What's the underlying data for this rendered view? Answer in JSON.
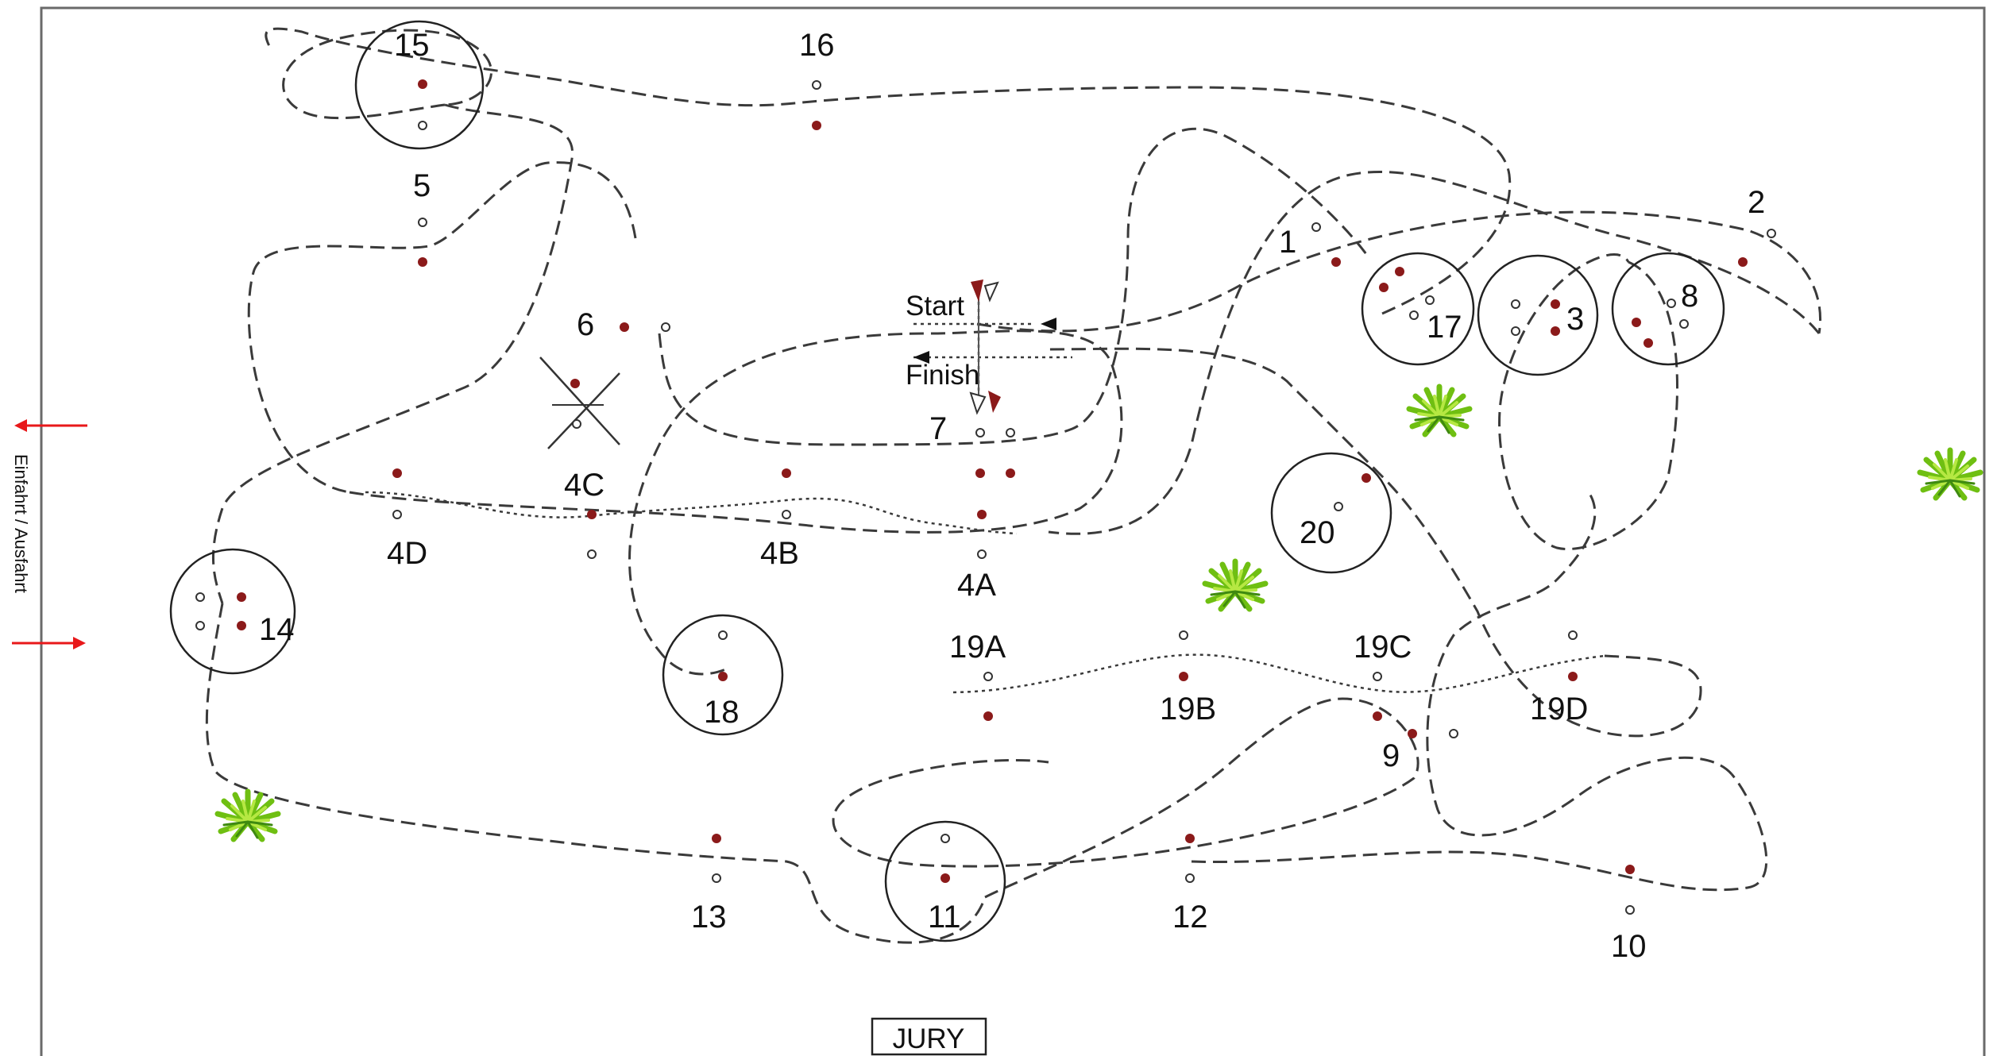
{
  "course": {
    "start_label": "Start",
    "finish_label": "Finish",
    "jury_label": "JURY",
    "entry_exit_label": "Einfahrt / Ausfahrt",
    "colors": {
      "red_flag": "#8b1a1a",
      "white_flag_stroke": "#333333",
      "route": "#3a3a3a",
      "entry_arrows": "#e8181a",
      "plants": "#7cc516"
    },
    "obstacles": [
      {
        "id": "o1",
        "label": "1"
      },
      {
        "id": "o2",
        "label": "2"
      },
      {
        "id": "o3",
        "label": "3"
      },
      {
        "id": "o4a",
        "label": "4A"
      },
      {
        "id": "o4b",
        "label": "4B"
      },
      {
        "id": "o4c",
        "label": "4C"
      },
      {
        "id": "o4d",
        "label": "4D"
      },
      {
        "id": "o5",
        "label": "5"
      },
      {
        "id": "o6",
        "label": "6"
      },
      {
        "id": "o7",
        "label": "7"
      },
      {
        "id": "o8",
        "label": "8"
      },
      {
        "id": "o9",
        "label": "9"
      },
      {
        "id": "o10",
        "label": "10"
      },
      {
        "id": "o11",
        "label": "11"
      },
      {
        "id": "o12",
        "label": "12"
      },
      {
        "id": "o13",
        "label": "13"
      },
      {
        "id": "o14",
        "label": "14"
      },
      {
        "id": "o15",
        "label": "15"
      },
      {
        "id": "o16",
        "label": "16"
      },
      {
        "id": "o17",
        "label": "17"
      },
      {
        "id": "o18",
        "label": "18"
      },
      {
        "id": "o19a",
        "label": "19A"
      },
      {
        "id": "o19b",
        "label": "19B"
      },
      {
        "id": "o19c",
        "label": "19C"
      },
      {
        "id": "o19d",
        "label": "19D"
      },
      {
        "id": "o20",
        "label": "20"
      }
    ]
  }
}
